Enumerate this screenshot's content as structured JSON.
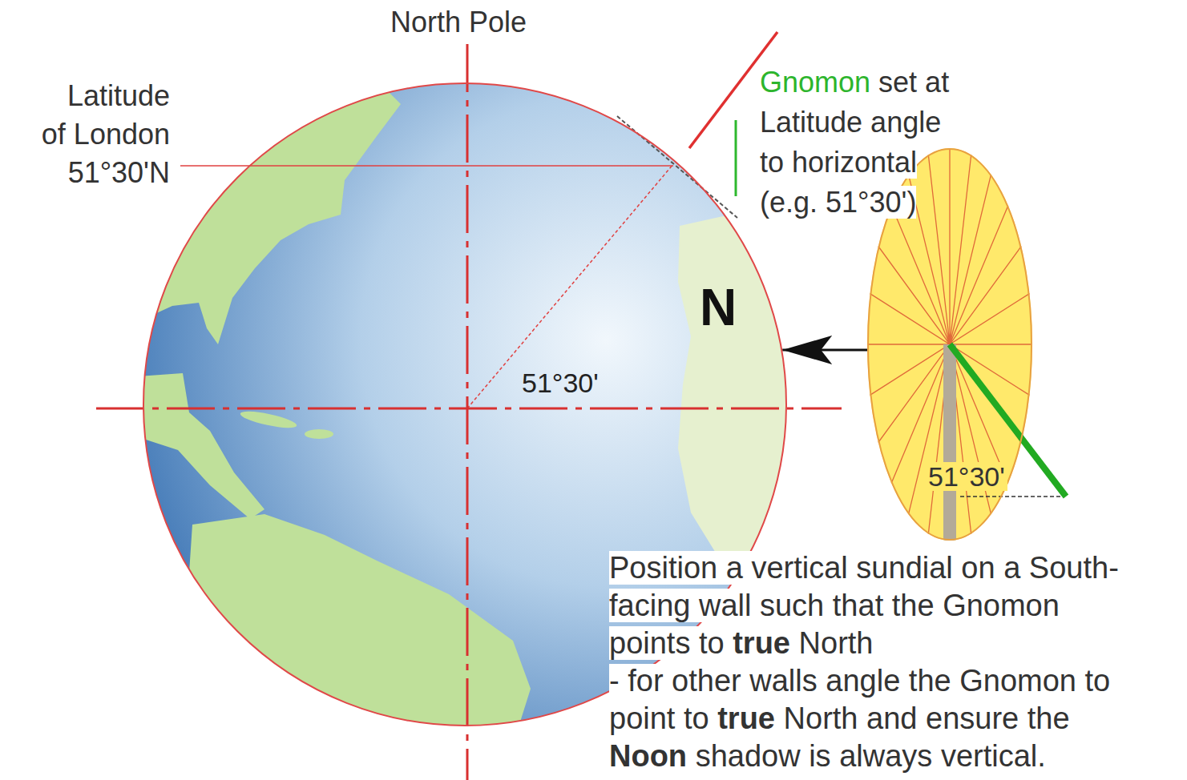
{
  "diagram": {
    "nodes": [
      {
        "text": [
          "51°30'"
        ]
      },
      {
        "text": [
          "51°30'"
        ]
      }
    ],
    "edges": [
      {
        "from": 1,
        "to": 0,
        "arrow": "to",
        "label": "N"
      }
    ],
    "labels": [
      "North Pole",
      "Latitude of London 51°30'N",
      "Gnomon",
      "set at Latitude angle to horizontal (e.g. 51°30')",
      "Position a vertical sundial on a South-facing wall such that the Gnomon points to",
      "true",
      "North",
      "- for other walls angle the Gnomon to point to",
      "true",
      "North and ensure the",
      "Noon",
      "shadow is always vertical."
    ]
  }
}
